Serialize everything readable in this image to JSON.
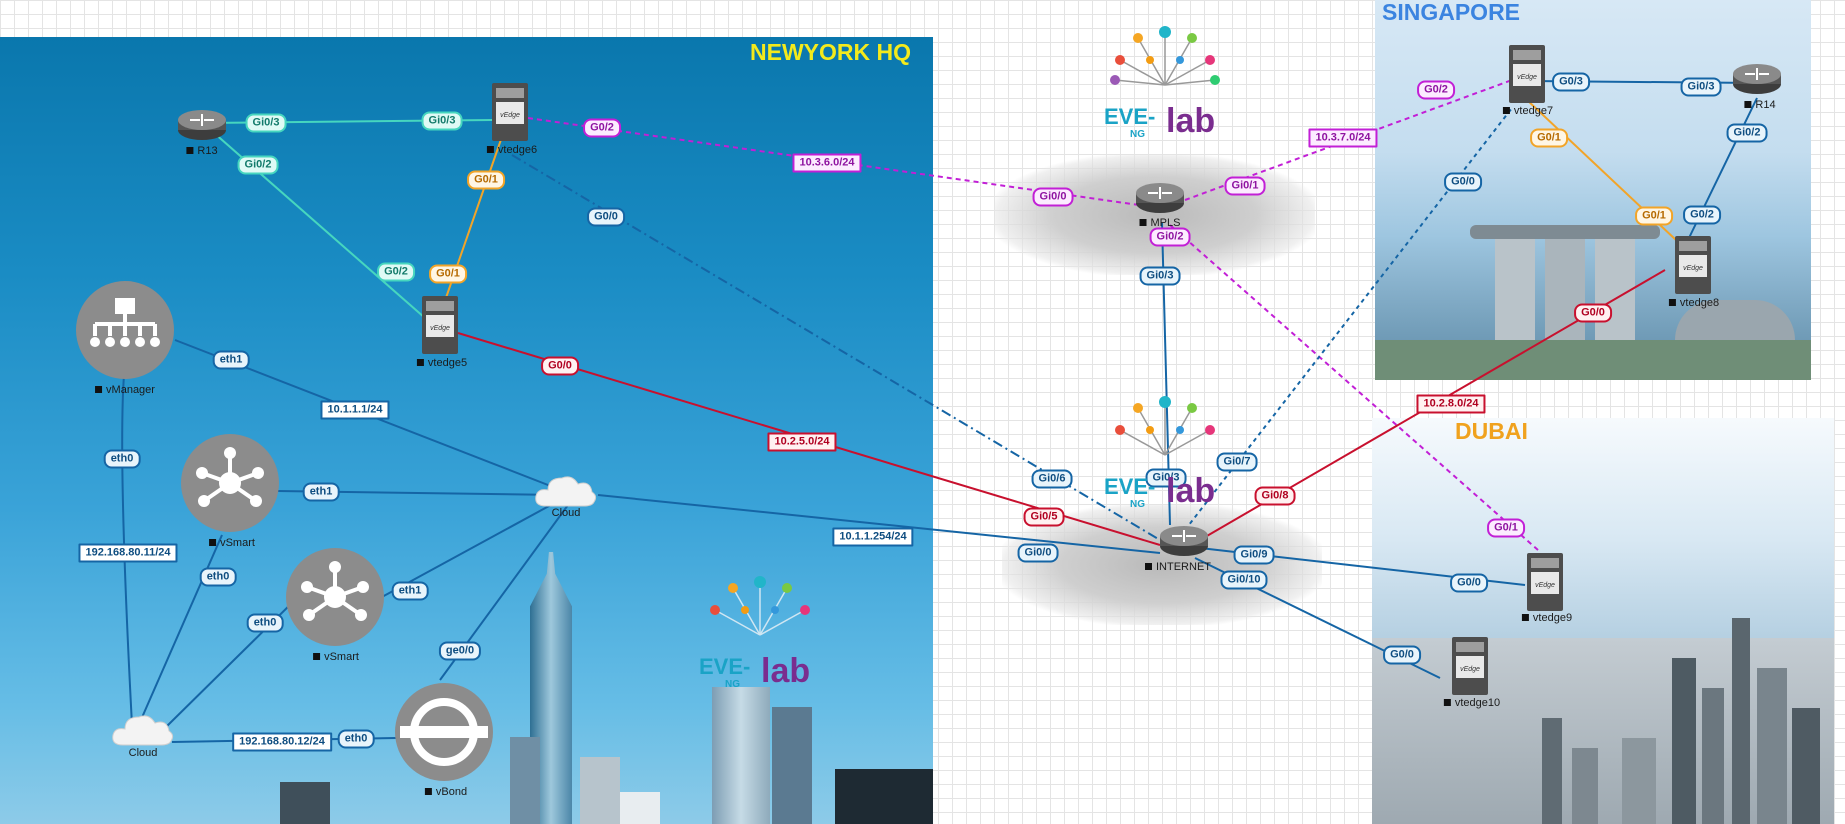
{
  "regions": {
    "newyork": {
      "title": "NEWYORK HQ",
      "color": "#f4ea1c"
    },
    "singapore": {
      "title": "SINGAPORE",
      "color": "#3b84e0"
    },
    "dubai": {
      "title": "DUBAI",
      "color": "#f0a21e"
    }
  },
  "logos": {
    "eve_brand": "EVE-",
    "eve_ng": "NG",
    "eve_lab": "lab"
  },
  "nodes": {
    "r13": "R13",
    "vtedge6": "vtedge6",
    "vtedge5": "vtedge5",
    "vmanager": "vManager",
    "vsmart1": "vSmart",
    "vsmart2": "vSmart",
    "cloud_ny": "Cloud",
    "cloud_mgmt": "Cloud",
    "vbond": "vBond",
    "mpls": "MPLS",
    "internet": "INTERNET",
    "vtedge7": "vtedge7",
    "r14": "R14",
    "vtedge8": "vtedge8",
    "vtedge9": "vtedge9",
    "vtedge10": "vtedge10",
    "device_brand": "vEdge"
  },
  "interfaces": {
    "r13_gi03": "Gi0/3",
    "r13_gi02": "Gi0/2",
    "vt6_gi03": "Gi0/3",
    "vt6_g02": "G0/2",
    "vt6_g01": "G0/1",
    "vt6_g00": "G0/0",
    "vt5_g02": "G0/2",
    "vt5_g01": "G0/1",
    "vt5_g00": "G0/0",
    "vman_eth1": "eth1",
    "vman_eth0": "eth0",
    "vs1_eth1": "eth1",
    "vs1_eth0": "eth0",
    "vs2_eth1": "eth1",
    "vs2_eth0": "eth0",
    "vbond_ge00": "ge0/0",
    "vbond_eth0": "eth0",
    "mpls_gi00": "Gi0/0",
    "mpls_gi01": "Gi0/1",
    "mpls_gi02": "Gi0/2",
    "mpls_gi03": "Gi0/3",
    "inet_gi03": "Gi0/3",
    "inet_gi06": "Gi0/6",
    "inet_gi05": "Gi0/5",
    "inet_gi00": "Gi0/0",
    "inet_gi07": "Gi0/7",
    "inet_gi08": "Gi0/8",
    "inet_gi09": "Gi0/9",
    "inet_gi010": "Gi0/10",
    "vt7_g02": "G0/2",
    "vt7_g03": "G0/3",
    "vt7_g01": "G0/1",
    "vt7_g00": "G0/0",
    "r14_gi03": "Gi0/3",
    "r14_gi02": "Gi0/2",
    "vt8_g01": "G0/1",
    "vt8_g02": "G0/2",
    "vt8_g00": "G0/0",
    "vt9_g01": "G0/1",
    "vt9_g00": "G0/0",
    "vt10_g00": "G0/0"
  },
  "subnets": {
    "s1": "10.3.6.0/24",
    "s2": "10.3.7.0/24",
    "s3": "10.1.1.1/24",
    "s4": "10.2.5.0/24",
    "s5": "10.1.1.254/24",
    "s6": "192.168.80.11/24",
    "s7": "192.168.80.12/24",
    "s8": "10.2.8.0/24"
  },
  "colors": {
    "blue": "#1565a5",
    "teal": "#46d6bf",
    "orange": "#f2a428",
    "red": "#c8102e",
    "purple": "#c21fd6"
  }
}
